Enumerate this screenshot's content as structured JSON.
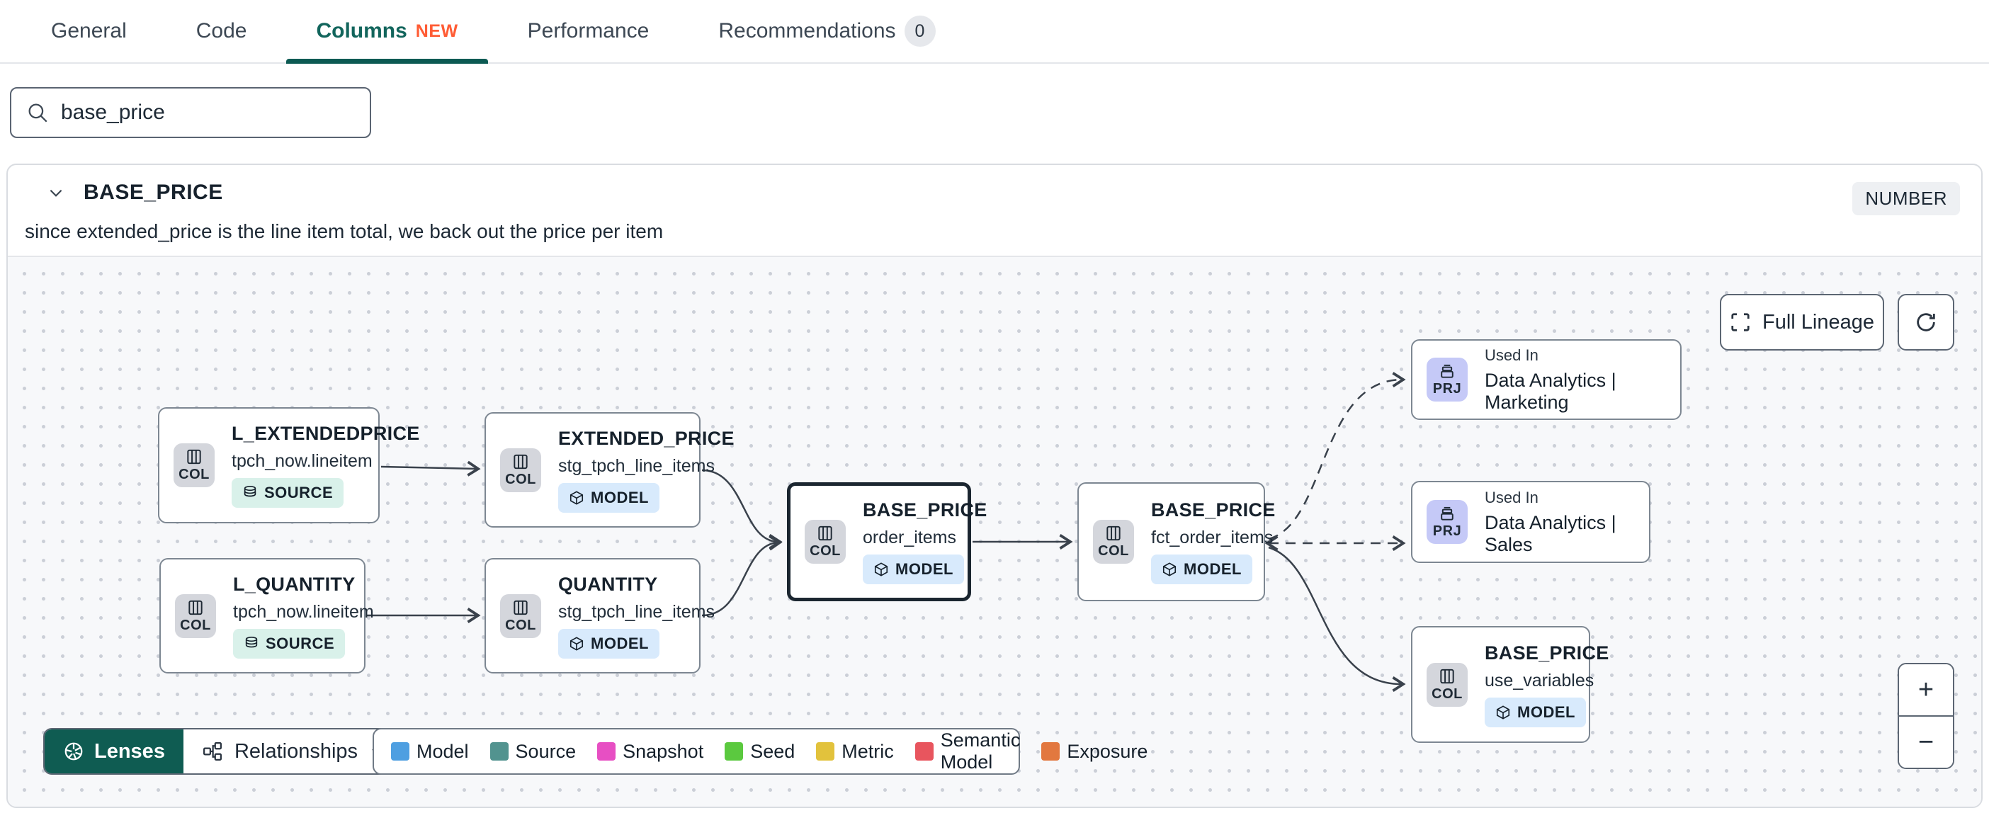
{
  "tabs": {
    "items": [
      {
        "label": "General"
      },
      {
        "label": "Code"
      },
      {
        "label": "Columns",
        "badge": "NEW",
        "active": true
      },
      {
        "label": "Performance"
      },
      {
        "label": "Recommendations",
        "badge": "0"
      }
    ]
  },
  "search": {
    "value": "base_price"
  },
  "column_panel": {
    "name": "BASE_PRICE",
    "type": "NUMBER",
    "description": "since extended_price is the line item total, we back out the price per item"
  },
  "lineage": {
    "controls": {
      "full_lineage_label": "Full Lineage",
      "zoom_in": "+",
      "zoom_out": "−"
    },
    "toolbar": {
      "lenses_label": "Lenses",
      "relationships_label": "Relationships"
    },
    "legend": [
      {
        "label": "Model",
        "color": "#4e9fe1"
      },
      {
        "label": "Source",
        "color": "#52938f"
      },
      {
        "label": "Snapshot",
        "color": "#e74fc3"
      },
      {
        "label": "Seed",
        "color": "#5bc93f"
      },
      {
        "label": "Metric",
        "color": "#e2c23c"
      },
      {
        "label": "Semantic Model",
        "color": "#e8555e"
      },
      {
        "label": "Exposure",
        "color": "#e2783f"
      }
    ],
    "nodes": [
      {
        "chip": "COL",
        "title": "L_EXTENDEDPRICE",
        "subtitle": "tpch_now.lineitem",
        "badge": "SOURCE"
      },
      {
        "chip": "COL",
        "title": "EXTENDED_PRICE",
        "subtitle": "stg_tpch_line_items",
        "badge": "MODEL"
      },
      {
        "chip": "COL",
        "title": "L_QUANTITY",
        "subtitle": "tpch_now.lineitem",
        "badge": "SOURCE"
      },
      {
        "chip": "COL",
        "title": "QUANTITY",
        "subtitle": "stg_tpch_line_items",
        "badge": "MODEL"
      },
      {
        "chip": "COL",
        "title": "BASE_PRICE",
        "subtitle": "order_items",
        "badge": "MODEL",
        "selected": true
      },
      {
        "chip": "COL",
        "title": "BASE_PRICE",
        "subtitle": "fct_order_items",
        "badge": "MODEL"
      },
      {
        "chip": "PRJ",
        "title": "Used In",
        "subtitle": "Data Analytics | Marketing"
      },
      {
        "chip": "PRJ",
        "title": "Used In",
        "subtitle": "Data Analytics | Sales"
      },
      {
        "chip": "COL",
        "title": "BASE_PRICE",
        "subtitle": "use_variables",
        "badge": "MODEL"
      }
    ],
    "colors": {
      "accent_teal": "#0c5a53",
      "new_badge_orange": "#ff5c35",
      "selected_border": "#1b2630"
    }
  }
}
